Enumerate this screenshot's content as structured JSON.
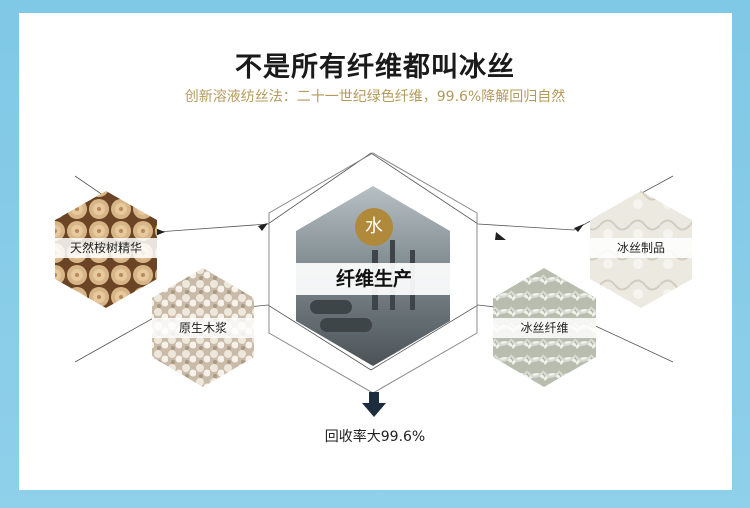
{
  "header": {
    "title": "不是所有纤维都叫冰丝",
    "subtitle": "创新溶液纺丝法：二十一世纪绿色纤维，99.6%降解回归自然"
  },
  "steps": {
    "eucalyptus": "天然桉树精华",
    "wood_pulp": "原生木浆",
    "production_badge": "水",
    "production": "纤维生产",
    "ice_fiber": "冰丝纤维",
    "product": "冰丝制品"
  },
  "recovery": {
    "text": "回收率大99.6%",
    "arrow_icon": "arrow-down-icon"
  },
  "colors": {
    "background": "#8fd0ea",
    "accent_gold": "#b08a3a",
    "subtitle_gold": "#b39a5c"
  }
}
